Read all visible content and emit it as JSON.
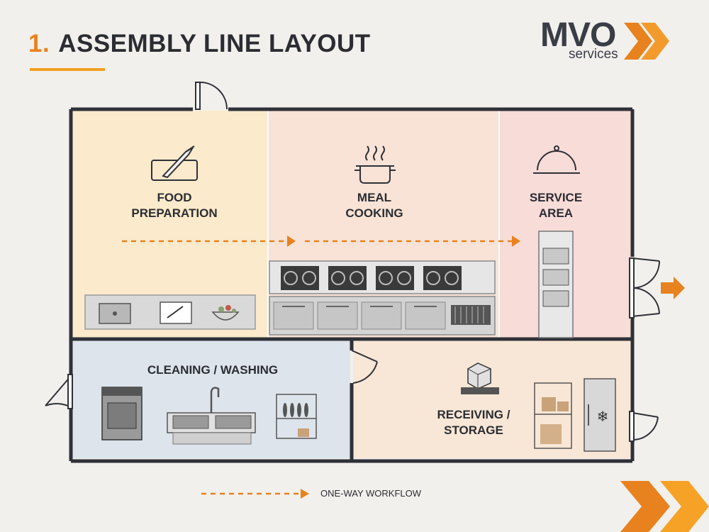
{
  "header": {
    "number": "1.",
    "title": "ASSEMBLY LINE LAYOUT"
  },
  "logo": {
    "brand": "MVO",
    "tagline": "services"
  },
  "rooms": {
    "food_preparation": {
      "line1": "FOOD",
      "line2": "PREPARATION"
    },
    "meal_cooking": {
      "line1": "MEAL",
      "line2": "COOKING"
    },
    "service_area": {
      "line1": "SERVICE",
      "line2": "AREA"
    },
    "cleaning_washing": {
      "line1": "CLEANING / WASHING"
    },
    "receiving_storage": {
      "line1": "RECEIVING /",
      "line2": "STORAGE"
    }
  },
  "legend": {
    "label": "ONE-WAY WORKFLOW"
  },
  "colors": {
    "accent_orange": "#e8821e",
    "wall": "#2f3138",
    "food_prep_bg": "#fbeacb",
    "cooking_bg": "#f8e3d6",
    "service_bg": "#f8dcd8",
    "cleaning_bg": "#dde4ec",
    "storage_bg": "#f8e7d6"
  }
}
